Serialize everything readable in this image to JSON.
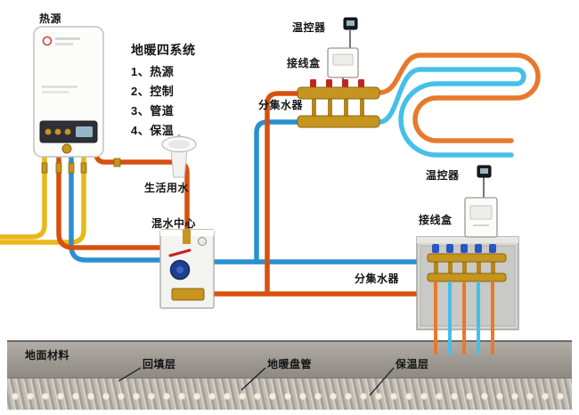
{
  "colors": {
    "hot": "#d8500f",
    "cold": "#2a8fd0",
    "coil_hot": "#e8792c",
    "coil_cold": "#45c0e8",
    "gas": "#e8b818",
    "brass": "#c6951f",
    "valve_red": "#c62222",
    "handle_blue": "#2a55c4"
  },
  "legend": {
    "title": "地暖四系统",
    "items": [
      "1、热源",
      "2、控制",
      "3、管道",
      "4、保温"
    ]
  },
  "labels": {
    "heat_source": "热源",
    "thermostat_top": "温控器",
    "junction_top": "接线盒",
    "manifold_top": "分集水器",
    "domestic_water": "生活用水",
    "mixing_center": "混水中心",
    "thermostat_right": "温控器",
    "junction_right": "接线盒",
    "manifold_right": "分集水器",
    "floor_material": "地面材料",
    "backfill": "回填层",
    "coil_layer": "地暖盘管",
    "insulation": "保温层"
  }
}
